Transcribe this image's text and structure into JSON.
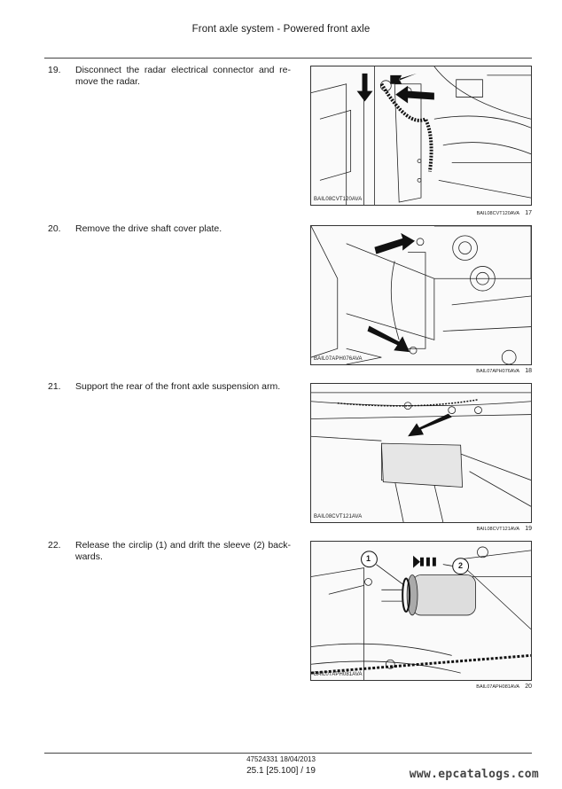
{
  "header": {
    "title": "Front axle system - Powered front axle"
  },
  "steps": [
    {
      "number": "19.",
      "text": "Disconnect the radar electrical connector and re- move the radar."
    },
    {
      "number": "20.",
      "text": "Remove the drive shaft cover plate."
    },
    {
      "number": "21.",
      "text": "Support the rear of the front axle suspension arm."
    },
    {
      "number": "22.",
      "text": "Release the circlip (1) and drift the sleeve (2) back- wards."
    }
  ],
  "figures": [
    {
      "code": "BAIL08CVT120AVA",
      "number": "17"
    },
    {
      "code": "BAIL07APH076AVA",
      "number": "18"
    },
    {
      "code": "BAIL08CVT121AVA",
      "number": "19"
    },
    {
      "code": "BAIL07APH081AVA",
      "number": "20",
      "callouts": [
        "1",
        "2"
      ]
    }
  ],
  "footer": {
    "doc_ref": "47524331 18/04/2013",
    "page_ref": "25.1 [25.100] / 19",
    "watermark": "www.epcatalogs.com"
  }
}
